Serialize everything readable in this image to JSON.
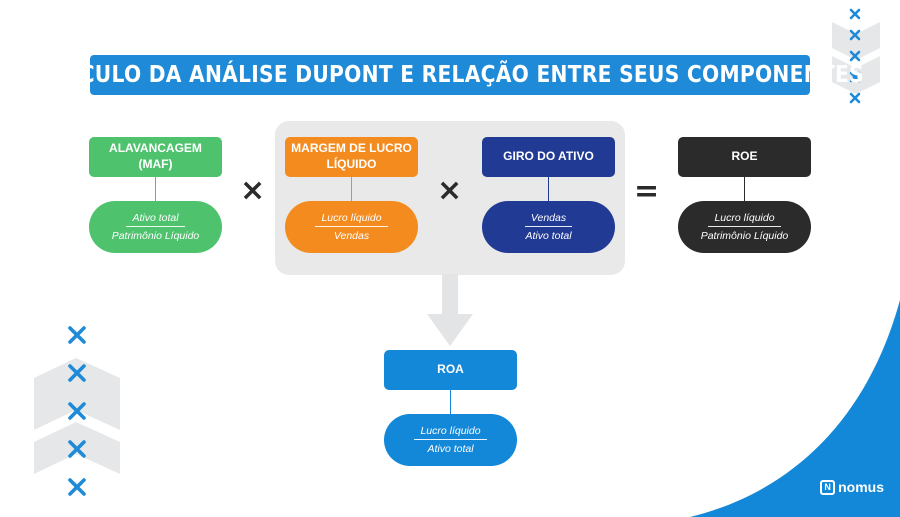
{
  "title": "CÁLCULO DA ANÁLISE DUPONT E RELAÇÃO ENTRE SEUS COMPONENTES",
  "components": {
    "maf": {
      "label_line1": "ALAVANCAGEM",
      "label_line2": "(MAF)",
      "numerator": "Ativo total",
      "denominator": "Patrimônio Líquido",
      "color": "#4fc26e"
    },
    "margem": {
      "label_line1": "MARGEM DE LUCRO",
      "label_line2": "LÍQUIDO",
      "numerator": "Lucro líquido",
      "denominator": "Vendas",
      "color": "#f48b1f"
    },
    "giro": {
      "label": "GIRO DO ATIVO",
      "numerator": "Vendas",
      "denominator": "Ativo total",
      "color": "#213a94"
    },
    "roe": {
      "label": "ROE",
      "numerator": "Lucro líquido",
      "denominator": "Patrimônio Líquido",
      "color": "#2b2b2b"
    },
    "roa": {
      "label": "ROA",
      "numerator": "Lucro líquido",
      "denominator": "Ativo total",
      "color": "#1488d8"
    }
  },
  "operators": {
    "times": "×",
    "equals": "="
  },
  "brand": {
    "name": "nomus",
    "mark": "N"
  },
  "colors": {
    "accent_blue": "#1e8ad8",
    "panel_grey": "#e9e9ea",
    "chevron_grey": "#e6e7e9"
  }
}
